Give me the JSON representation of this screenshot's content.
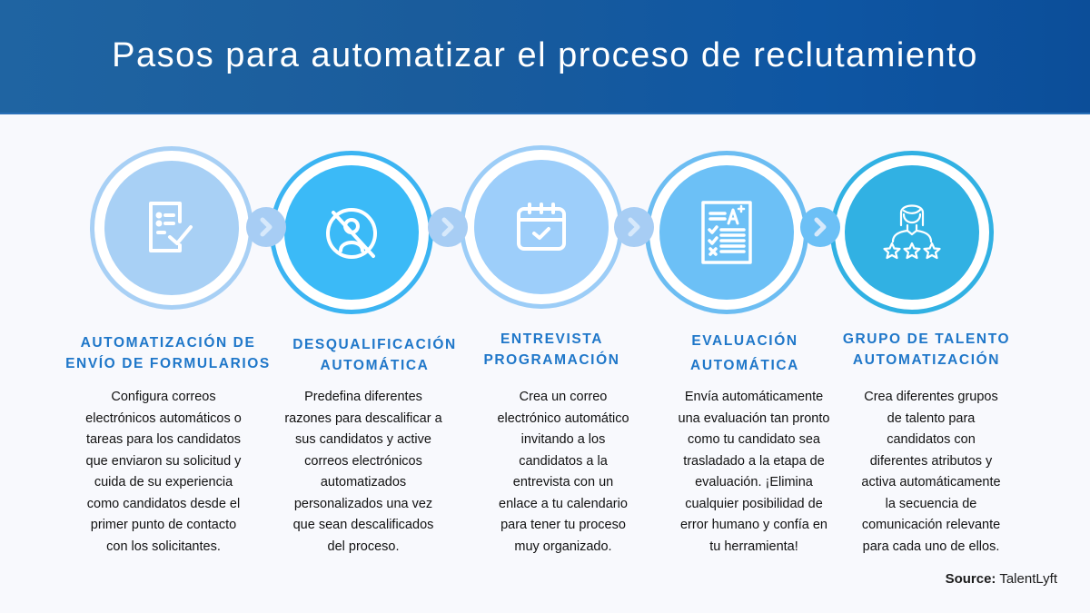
{
  "header": {
    "title": "Pasos para automatizar el proceso de reclutamiento",
    "background_color": "#1a5c9c"
  },
  "steps": [
    {
      "icon": "form-checklist-icon",
      "color": "#a8d0f5",
      "ring_color": "#a8d0f5",
      "title_line1": "AUTOMATIZACIÓN DE",
      "title_line2": "ENVÍO DE FORMULARIOS",
      "description": [
        "Configura correos",
        "electrónicos automáticos o",
        "tareas para los candidatos",
        "que enviaron su solicitud y",
        "cuida de su experiencia",
        "como candidatos desde el",
        "primer punto de contacto",
        "con los solicitantes."
      ]
    },
    {
      "icon": "no-user-icon",
      "color": "#3bbaf7",
      "ring_color": "#3bb4f2",
      "title_line1": "DESQUALIFICACIÓN",
      "title_line2": "AUTOMÁTICA",
      "description": [
        "Predefina diferentes",
        "razones para descalificar a",
        "sus candidatos y active",
        "correos electrónicos",
        "automatizados",
        "personalizados una vez",
        "que sean descalificados",
        "del proceso."
      ]
    },
    {
      "icon": "calendar-check-icon",
      "color": "#9dcefa",
      "ring_color": "#9ccdf7",
      "title_line1": "ENTREVISTA",
      "title_line2": "PROGRAMACIÓN",
      "description": [
        "Crea un correo",
        "electrónico automático",
        "invitando a los",
        "candidatos a la",
        "entrevista con un",
        "enlace a tu calendario",
        "para tener tu proceso",
        "muy organizado."
      ]
    },
    {
      "icon": "graded-test-icon",
      "color": "#6cc0f6",
      "ring_color": "#6cbdf2",
      "title_line1": "EVALUACIÓN",
      "title_line2": "AUTOMÁTICA",
      "description": [
        "Envía automáticamente",
        "una evaluación tan pronto",
        "como tu candidato sea",
        "trasladado a la etapa de",
        "evaluación. ¡Elimina",
        "cualquier posibilidad de",
        "error humano y confía en",
        "tu herramienta!"
      ]
    },
    {
      "icon": "talent-rating-icon",
      "color": "#31b1e3",
      "ring_color": "#31b1e3",
      "title_line1": "GRUPO DE TALENTO",
      "title_line2": "AUTOMATIZACIÓN",
      "description": [
        "Crea diferentes grupos",
        "de talento para",
        "candidatos con",
        "diferentes atributos y",
        "activa automáticamente",
        "la secuencia de",
        "comunicación relevante",
        "para cada uno de ellos."
      ]
    }
  ],
  "connector": {
    "icon": "chevron-right-icon",
    "color": "#a7cdf4"
  },
  "footer": {
    "source_label": "Source:",
    "source_value": "TalentLyft"
  }
}
